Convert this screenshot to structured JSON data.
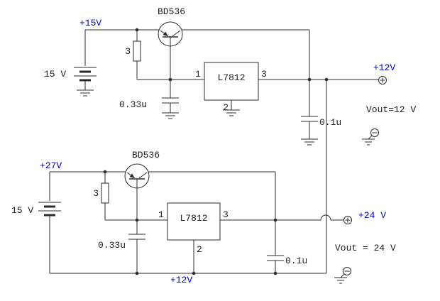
{
  "colors": {
    "canvas": "#ffffff",
    "wire": "#2b2b2b",
    "text": "#1c1c1c",
    "voltage_label": "#0000c8"
  },
  "circuits": [
    {
      "transistor_label": "BD536",
      "input_voltage_label": "+15V",
      "battery_label": "15 V",
      "resistor_label": "3",
      "input_cap_label": "0.33u",
      "regulator_label": "L7812",
      "pin_input": "1",
      "pin_output": "3",
      "pin_ground": "2",
      "output_cap_label": "0.1u",
      "output_voltage_label": "+12V",
      "vout_label": "Vout=12 V"
    },
    {
      "transistor_label": "BD536",
      "input_voltage_label": "+27V",
      "battery_label": "15 V",
      "resistor_label": "3",
      "input_cap_label": "0.33u",
      "regulator_label": "L7812",
      "pin_input": "1",
      "pin_output": "3",
      "pin_ground": "2",
      "output_cap_label": "0.1u",
      "output_voltage_label": "+24 V",
      "vout_label": "Vout = 24 V",
      "rail_voltage_label": "+12V"
    }
  ]
}
